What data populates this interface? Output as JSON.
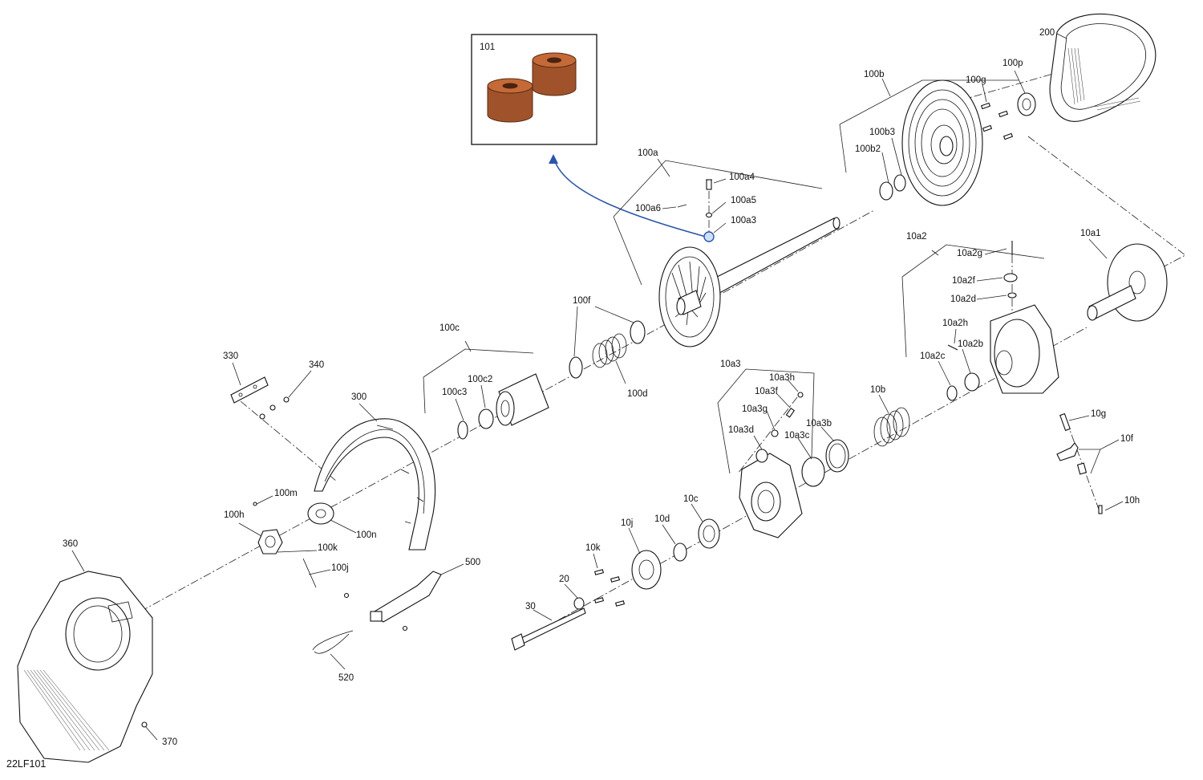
{
  "figure_code": "22LF101",
  "inset": {
    "label": "101",
    "spacer_color": "#a0532b",
    "spacer_highlight": "#c46a38",
    "arrow_color": "#2a55a8"
  },
  "labels": {
    "l100a": "100a",
    "l100a3": "100a3",
    "l100a4": "100a4",
    "l100a5": "100a5",
    "l100a6": "100a6",
    "l100b": "100b",
    "l100b2": "100b2",
    "l100b3": "100b3",
    "l100c": "100c",
    "l100c2": "100c2",
    "l100c3": "100c3",
    "l100d": "100d",
    "l100f": "100f",
    "l100g": "100g",
    "l100h": "100h",
    "l100j": "100j",
    "l100k": "100k",
    "l100m": "100m",
    "l100n": "100n",
    "l100p": "100p",
    "l200": "200",
    "l300": "300",
    "l330": "330",
    "l340": "340",
    "l360": "360",
    "l370": "370",
    "l500": "500",
    "l520": "520",
    "l20": "20",
    "l30": "30",
    "l10a1": "10a1",
    "l10a2": "10a2",
    "l10a2b": "10a2b",
    "l10a2c": "10a2c",
    "l10a2d": "10a2d",
    "l10a2f": "10a2f",
    "l10a2g": "10a2g",
    "l10a2h": "10a2h",
    "l10a3": "10a3",
    "l10a3b": "10a3b",
    "l10a3c": "10a3c",
    "l10a3d": "10a3d",
    "l10a3f": "10a3f",
    "l10a3g": "10a3g",
    "l10a3h": "10a3h",
    "l10b": "10b",
    "l10c": "10c",
    "l10d": "10d",
    "l10f": "10f",
    "l10g": "10g",
    "l10h": "10h",
    "l10j": "10j",
    "l10k": "10k"
  }
}
